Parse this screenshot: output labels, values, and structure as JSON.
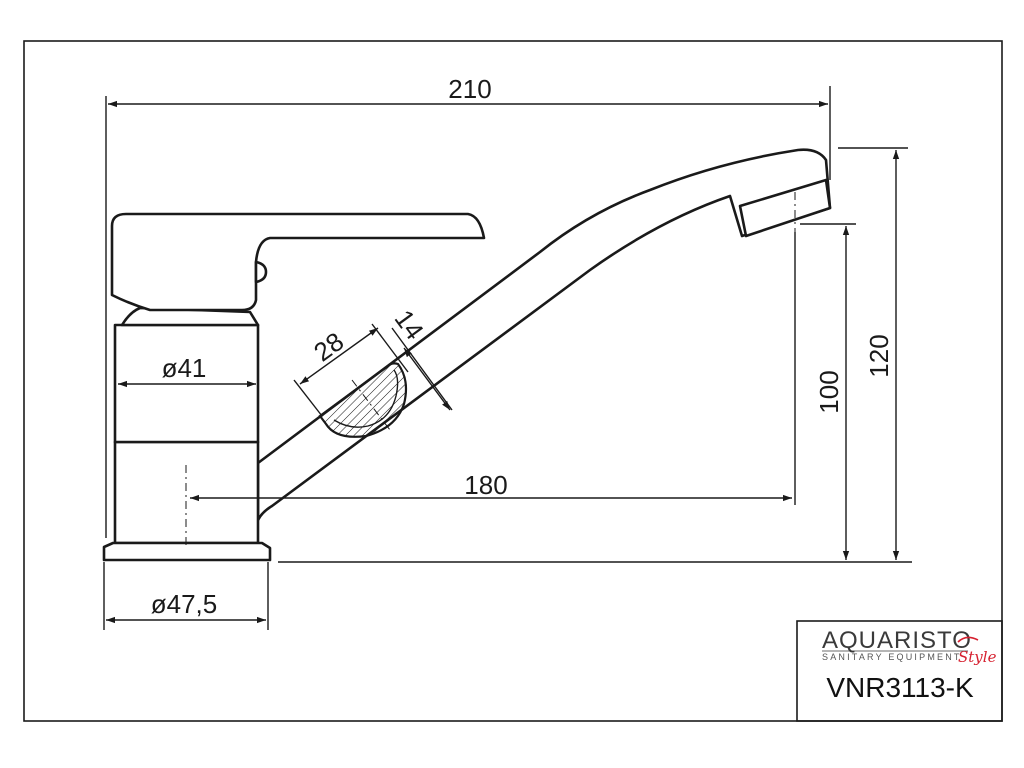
{
  "drawing": {
    "model_code": "VNR3113-K",
    "dimensions": {
      "total_width": "210",
      "spout_reach": "180",
      "outlet_height": "100",
      "total_height": "120",
      "body_diameter": "ø41",
      "base_diameter": "ø47,5",
      "section_width": "28",
      "section_depth": "14"
    }
  },
  "logo": {
    "brand": "AQUARISTO",
    "tagline": "SANITARY EQUIPMENT",
    "script": "Style",
    "accent_color": "#d6202f"
  }
}
